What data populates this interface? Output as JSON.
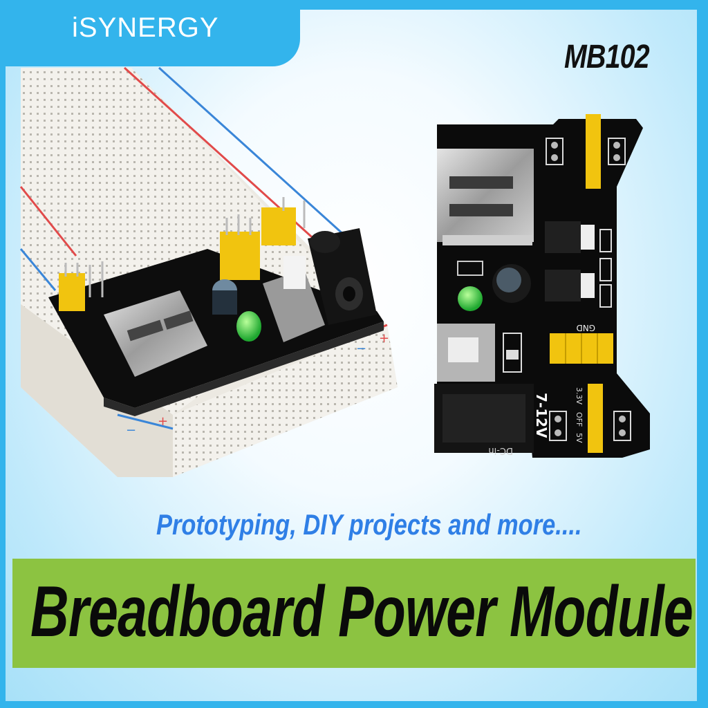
{
  "brand": "iSYNERGY",
  "model": "MB102",
  "tagline": "Prototyping, DIY projects and more....",
  "headline": "Breadboard Power Module",
  "colors": {
    "frame": "#33b4ec",
    "banner": "#8cc341",
    "tagline": "#2f7fe6",
    "pcb": "#0d0d0d",
    "jumper": "#f1c40f",
    "led": "#2ecc40"
  },
  "board_labels": {
    "input": "7-12V",
    "dc_in": "DC-in",
    "gnd": "GND",
    "v33": "3.3V",
    "off": "OFF",
    "v5": "5V"
  }
}
